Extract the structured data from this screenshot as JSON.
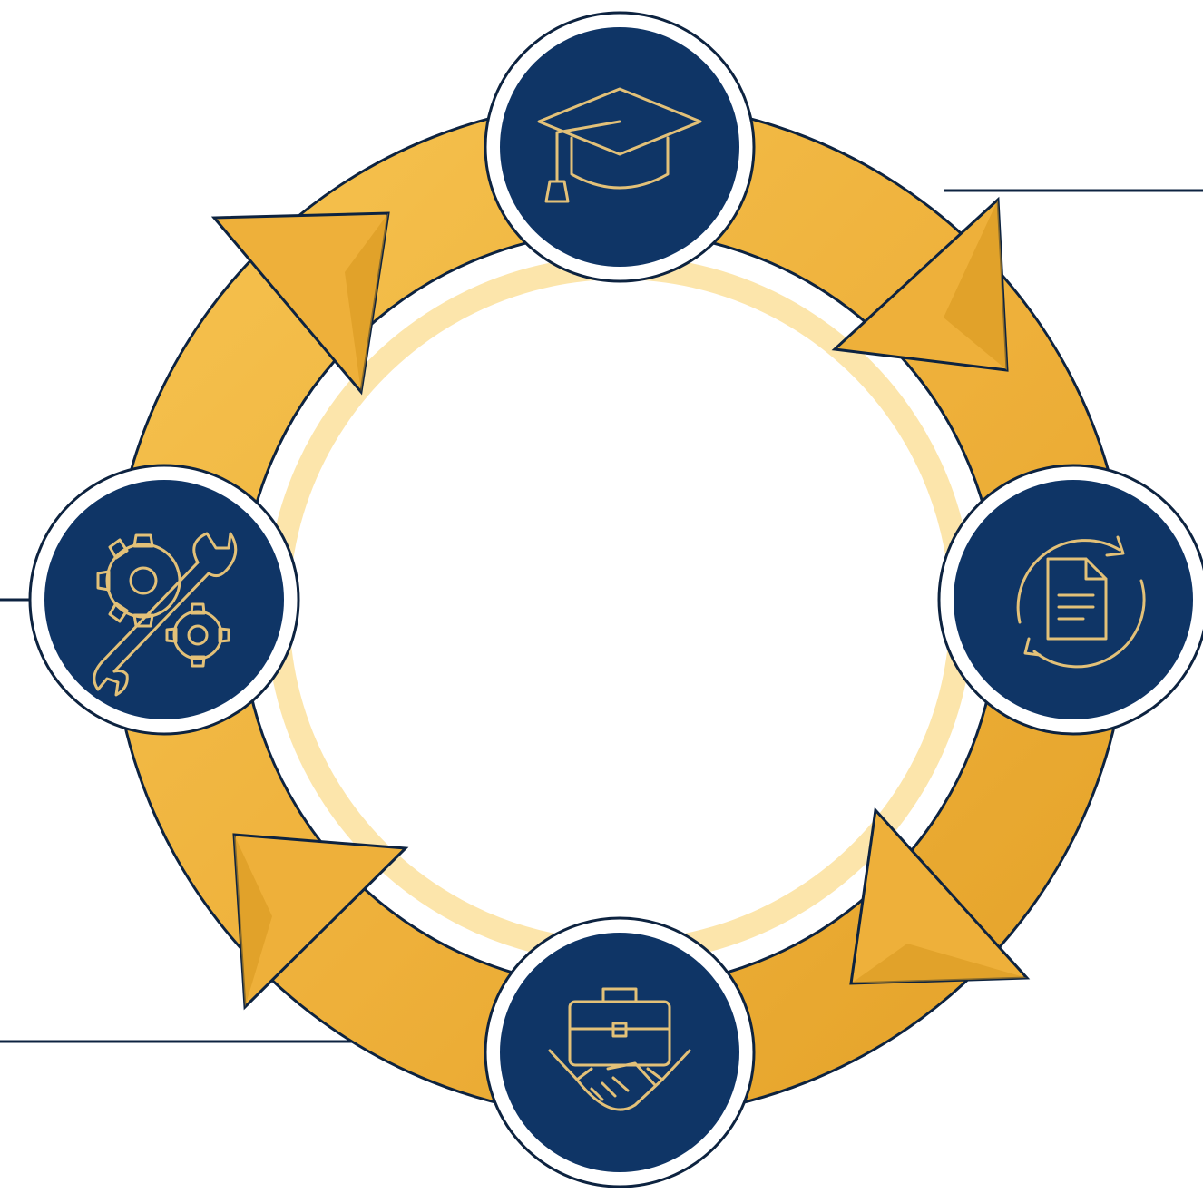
{
  "diagram": {
    "type": "cycle",
    "direction": "clockwise",
    "stages": [
      {
        "id": "education",
        "icon": "graduation-cap-icon"
      },
      {
        "id": "document-update",
        "icon": "document-refresh-icon"
      },
      {
        "id": "employment",
        "icon": "briefcase-handshake-icon"
      },
      {
        "id": "maintenance",
        "icon": "gear-wrench-icon"
      }
    ],
    "colors": {
      "navy": "#0f3566",
      "gold": "#f0b63d",
      "gold_dark": "#d99a20",
      "gold_light": "#f9c95a",
      "icon_line": "#e3c178",
      "outline": "#0d2340"
    }
  }
}
